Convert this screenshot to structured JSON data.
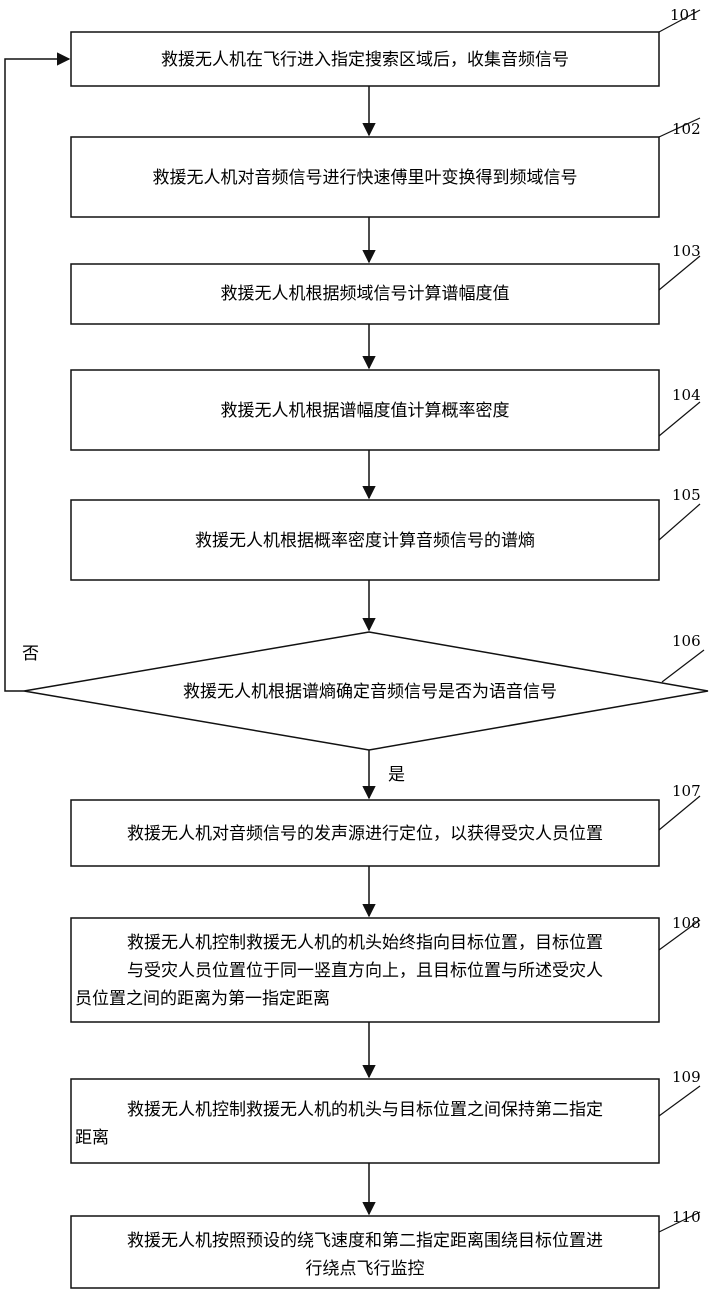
{
  "steps": [
    {
      "id": "101",
      "text": "救援无人机在飞行进入指定搜索区域后，收集音频信号"
    },
    {
      "id": "102",
      "text": "救援无人机对音频信号进行快速傅里叶变换得到频域信号"
    },
    {
      "id": "103",
      "text": "救援无人机根据频域信号计算谱幅度值"
    },
    {
      "id": "104",
      "text": "救援无人机根据谱幅度值计算概率密度"
    },
    {
      "id": "105",
      "text": "救援无人机根据概率密度计算音频信号的谱熵"
    },
    {
      "id": "106",
      "text": "救援无人机根据谱熵确定音频信号是否为语音信号"
    },
    {
      "id": "107",
      "text": "救援无人机对音频信号的发声源进行定位，以获得受灾人员位置"
    },
    {
      "id": "108",
      "lines": [
        "救援无人机控制救援无人机的机头始终指向目标位置，目标位置",
        "与受灾人员位置位于同一竖直方向上，且目标位置与所述受灾人",
        "员位置之间的距离为第一指定距离"
      ]
    },
    {
      "id": "109",
      "lines": [
        "救援无人机控制救援无人机的机头与目标位置之间保持第二指定",
        "距离"
      ]
    },
    {
      "id": "110",
      "lines": [
        "救援无人机按照预设的绕飞速度和第二指定距离围绕目标位置进",
        "行绕点飞行监控"
      ]
    }
  ],
  "branch_labels": {
    "no": "否",
    "yes": "是"
  }
}
